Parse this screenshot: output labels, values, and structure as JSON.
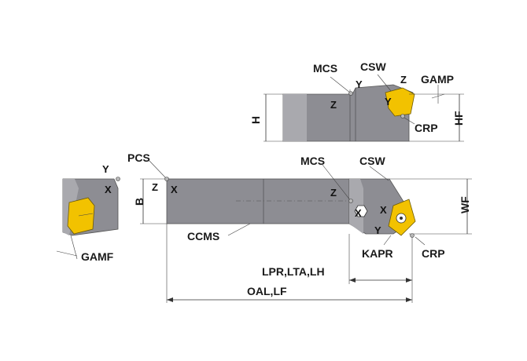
{
  "labels": {
    "mcs_top": "MCS",
    "csw_top": "CSW",
    "gamp": "GAMP",
    "crp_top": "CRP",
    "h": "H",
    "hf": "HF",
    "pcs": "PCS",
    "mcs_main": "MCS",
    "csw_main": "CSW",
    "b": "B",
    "wf": "WF",
    "ccms": "CCMS",
    "kapr": "KAPR",
    "crp_main": "CRP",
    "gamf": "GAMF",
    "lpr": "LPR,LTA,LH",
    "oal": "OAL,LF"
  },
  "axes": {
    "y": "Y",
    "z": "Z",
    "x": "X"
  },
  "colors": {
    "body": "#8d8d93",
    "insert": "#f2c200",
    "lines": "#333333"
  }
}
